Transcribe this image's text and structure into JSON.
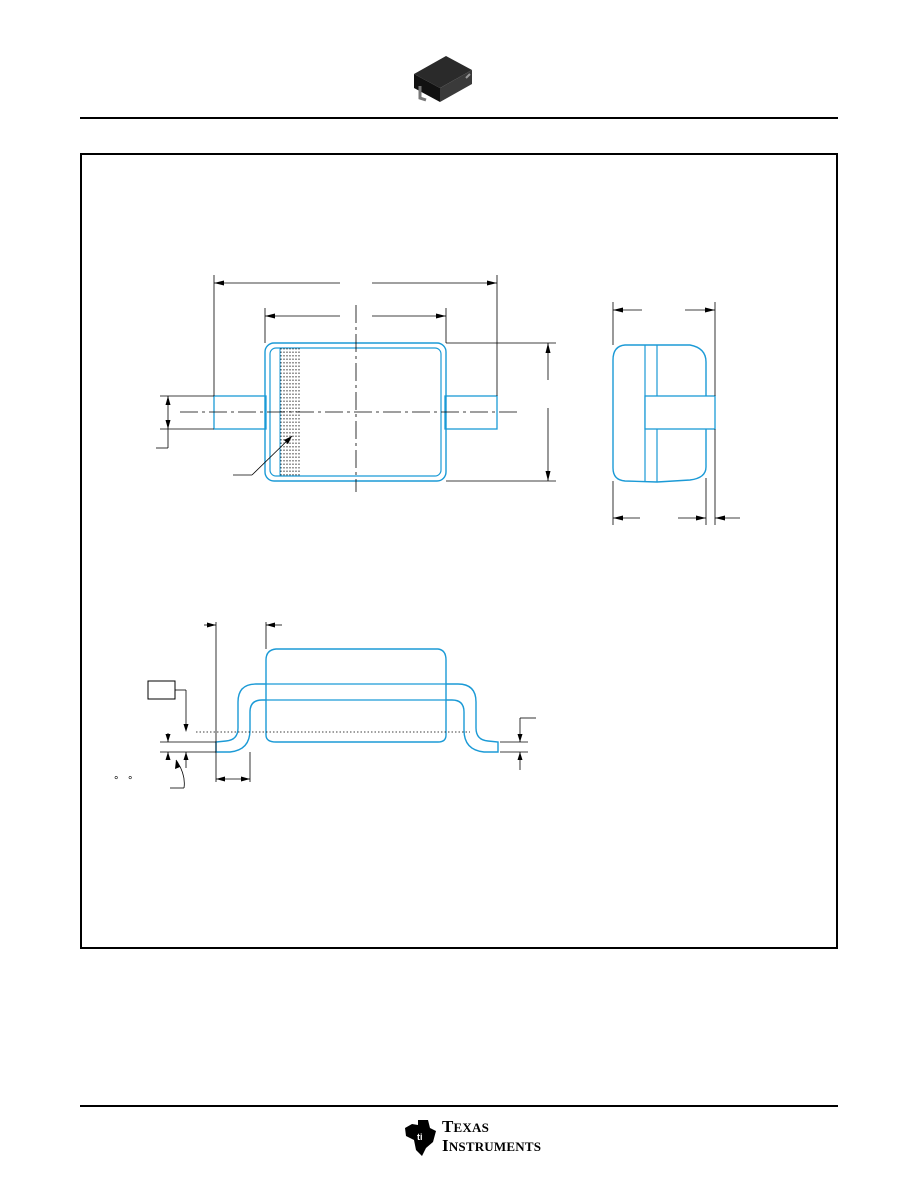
{
  "brand": {
    "line1": "Texas",
    "line2": "Instruments",
    "logo_icon": "ti-logo-icon",
    "package_icon": "sod-package-icon"
  },
  "colors": {
    "outline": "#1b9ad6",
    "ink": "#000000",
    "background": "#ffffff"
  },
  "drawing": {
    "views": [
      "top-view",
      "end-view",
      "side-view"
    ],
    "annotations": {
      "degree_marks": [
        "°",
        "°"
      ]
    }
  }
}
